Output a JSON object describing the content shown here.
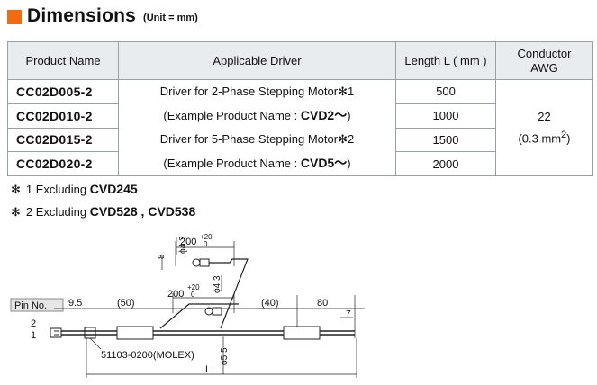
{
  "header": {
    "title": "Dimensions",
    "unit": "(Unit = mm)"
  },
  "table": {
    "headers": {
      "product_name": "Product Name",
      "applicable_driver": "Applicable Driver",
      "length": "Length L ( mm )",
      "conductor_line1": "Conductor",
      "conductor_line2": "AWG"
    },
    "rows": [
      {
        "product": "CC02D005-2",
        "length": "500"
      },
      {
        "product": "CC02D010-2",
        "length": "1000"
      },
      {
        "product": "CC02D015-2",
        "length": "1500"
      },
      {
        "product": "CC02D020-2",
        "length": "2000"
      }
    ],
    "driver": {
      "line1": "Driver for 2-Phase Stepping Motor",
      "line1_note": "✻1",
      "line2_prefix": "(Example Product Name : ",
      "line2_product": "CVD2～",
      "line2_suffix": ")",
      "line3": "Driver for 5-Phase Stepping Motor",
      "line3_note": "✻2",
      "line4_prefix": "(Example Product Name : ",
      "line4_product": "CVD5～",
      "line4_suffix": ")"
    },
    "conductor": {
      "awg": "22",
      "area_prefix": "(0.3 mm",
      "area_sup": "2",
      "area_suffix": ")"
    }
  },
  "notes": [
    {
      "mark": "✻",
      "num": "1",
      "text": "Excluding ",
      "products": "CVD245"
    },
    {
      "mark": "✻",
      "num": "2",
      "text": "Excluding ",
      "products": "CVD528 , CVD538"
    }
  ],
  "drawing": {
    "pin_label": "Pin No.",
    "pin_2": "2",
    "pin_1": "1",
    "dim_9_5": "9.5",
    "dim_50": "(50)",
    "dim_200_top": "200",
    "tol_plus": "+20",
    "tol_zero": "0",
    "dim_200_mid": "200",
    "dim_40": "(40)",
    "dim_80": "80",
    "dim_7": "7",
    "dim_8": "8",
    "phi_4_3_top": "ϕ4.3",
    "phi_4_3_mid": "ϕ4.3",
    "phi_5_5": "ϕ5.5",
    "connector_label": "51103-0200(MOLEX)",
    "dim_L": "L"
  }
}
